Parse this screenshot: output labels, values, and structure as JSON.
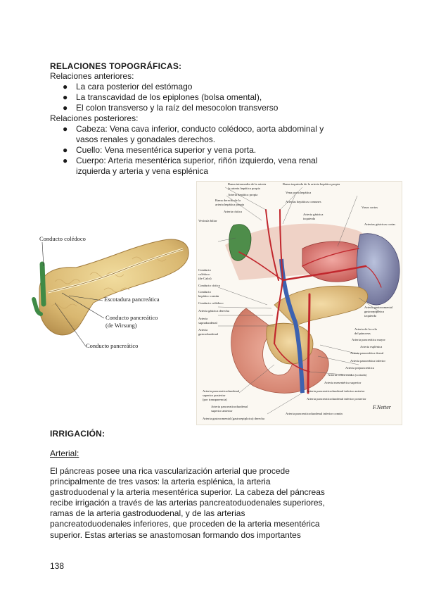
{
  "section1": {
    "title": "RELACIONES TOPOGRÁFICAS:",
    "anteriores_heading": "Relaciones anteriores:",
    "anteriores": [
      "La cara posterior del estómago",
      "La transcavidad de los epiplones (bolsa omental),",
      "El colon transverso y la raíz del mesocolon transverso"
    ],
    "posteriores_heading": "Relaciones posteriores:",
    "posteriores": [
      [
        "Cabeza: Vena cava inferior, conducto colédoco, aorta abdominal y",
        "vasos renales y gonadales derechos."
      ],
      [
        "Cuello: Vena mesentérica superior y vena porta."
      ],
      [
        "Cuerpo: Arteria mesentérica superior, riñón izquierdo, vena renal",
        "izquierda y arteria y vena esplénica"
      ]
    ]
  },
  "figure_left": {
    "labels": [
      "Conducto colédoco",
      "Escotadura pancreática",
      "Conducto pancreático",
      "(de Wirsung)",
      "Conducto pancreático"
    ]
  },
  "figure_right": {
    "labels_top": [
      "Rama intermedia de la arteria",
      "(a arteria hepática propia",
      "Rama izquierda de la arteria hepática propia",
      "Arteria hepática propia",
      "Vena porta hepática",
      "Arterias hepáticas comunes",
      "Rama derecha de la",
      "arteria hepática propia",
      "Arteria cística",
      "Vesícula biliar",
      "Arteria gástrica",
      "izquierda",
      "Vasos cortos",
      "Arterias gástricas cortas"
    ],
    "labels_left": [
      "Conducto",
      "colédoco",
      "(de Calot)",
      "Conducto cístico",
      "Conducto",
      "hepático común",
      "Conducto colédoco",
      "Arteria gástrica derecha",
      "Arteria",
      "supraduodenal",
      "Arteria",
      "gastroduodenal"
    ],
    "labels_right": [
      "Arteria gastroomental",
      "gastroepiploica",
      "izquierda",
      "Arteria de la cola",
      "del páncreas",
      "Arteria pancreática mayor",
      "Arteria esplénica",
      "Arteria pancreática dorsal",
      "Arteria pancreática inferior",
      "Arteria prepancreática",
      "Arteria cólica media (cortada)",
      "Arteria mesentérica superior"
    ],
    "labels_bottom": [
      "Arteria pancreaticoduodenal",
      "superior posterior",
      "(por transparencia)",
      "Arteria pancreaticoduodenal",
      "superior anterior",
      "Arteria pancreaticoduodenal inferior anterior",
      "Arteria pancreaticoduodenal inferior posterior",
      "Arteria gastroomental (gastroepiploica) derecha",
      "Arteria pancreaticoduodenal inferior común"
    ],
    "signature": "F.Netter"
  },
  "section2": {
    "title": "IRRIGACIÓN:",
    "subtitle": "Arterial:",
    "paragraph": [
      "El páncreas posee una rica vascularización arterial que procede",
      "principalmente de tres vasos: la arteria esplénica, la arteria",
      "gastroduodenal y la arteria mesentérica superior. La cabeza del páncreas",
      "recibe irrigación a través de las arterias pancreatoduodenales superiores,",
      "ramas de la arteria gastroduodenal, y de las arterias",
      "pancreatoduodenales inferiores, que proceden de la arteria mesentérica",
      "superior. Estas arterias se anastomosan formando dos importantes"
    ]
  },
  "page_number": "138"
}
